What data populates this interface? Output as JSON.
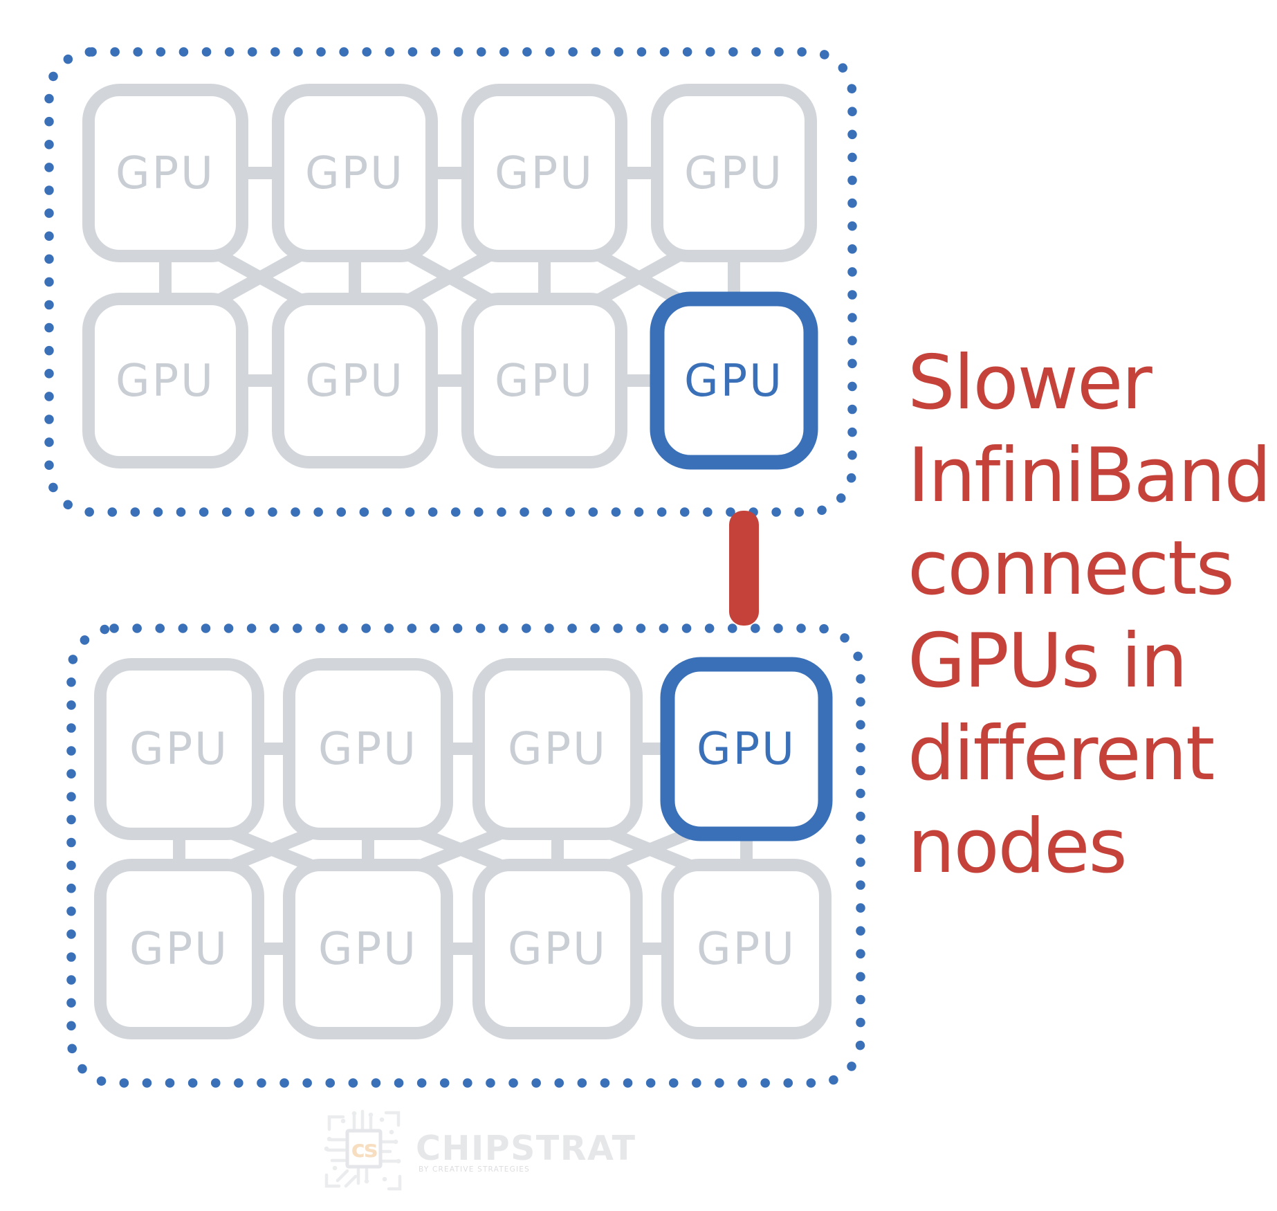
{
  "diagram": {
    "gpu_label": "GPU",
    "nodes": [
      {
        "name": "top-node",
        "gpu_count": 8,
        "grid": "4x2",
        "highlighted_gpu": "row2-col4"
      },
      {
        "name": "bottom-node",
        "gpu_count": 8,
        "grid": "4x2",
        "highlighted_gpu": "row1-col4"
      }
    ],
    "link": {
      "style": "thick-vertical-bar",
      "color": "#c5423a"
    },
    "annotation": {
      "lines": [
        "Slower",
        "InfiniBand",
        "connects",
        "GPUs in",
        "different",
        "nodes"
      ],
      "color": "#c5423a"
    },
    "colors": {
      "node_border_blue": "#3a70b8",
      "gpu_gray": "#d2d6db",
      "gpu_label_gray": "#c9ced5",
      "highlight_blue": "#3a70b8",
      "infiniband_red": "#c5423a",
      "watermark_gray": "#e6e7e9",
      "watermark_accent": "#f7dec0"
    }
  },
  "footer": {
    "icon": "chip-circuit-icon",
    "brand": "CHIPSTRAT",
    "tagline": "BY CREATIVE STRATEGIES"
  }
}
